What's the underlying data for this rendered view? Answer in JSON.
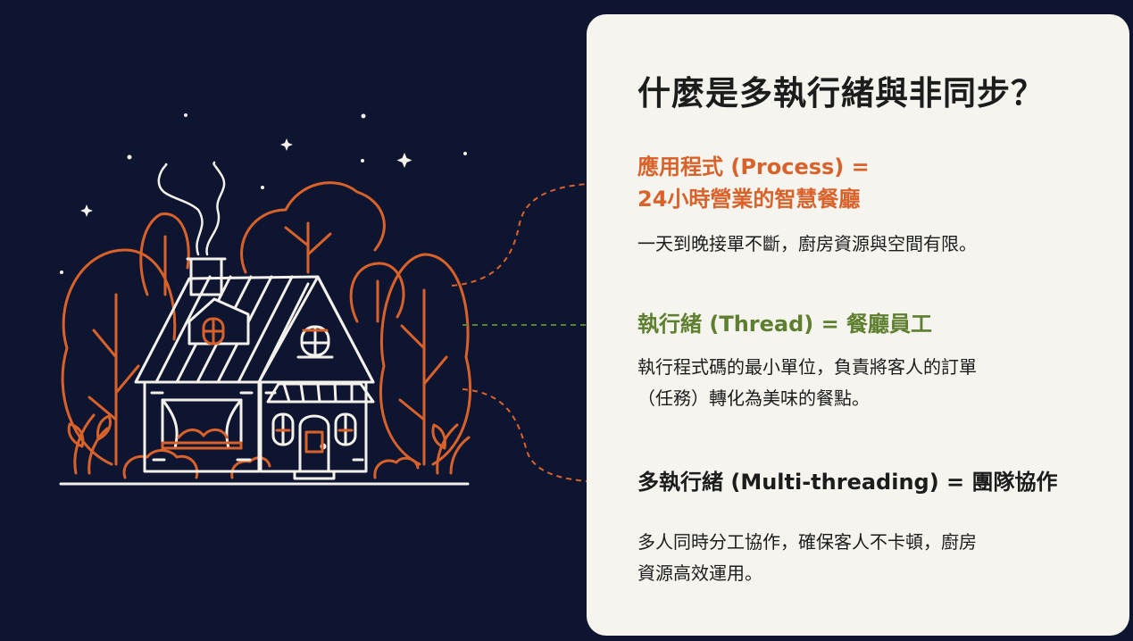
{
  "card": {
    "title": "什麼是多執行緒與非同步？",
    "sections": [
      {
        "title_lines": [
          "應用程式 (Process) =",
          "24小時營業的智慧餐廳"
        ],
        "body_lines": [
          "一天到晚接單不斷，廚房資源與空間有限。"
        ],
        "title_color": "#d9622b",
        "connector_color": "#d9622b"
      },
      {
        "title_lines": [
          "執行緒 (Thread) = 餐廳員工"
        ],
        "body_lines": [
          "執行程式碼的最小單位，負責將客人的訂單",
          "（任務）轉化為美味的餐點。"
        ],
        "title_color": "#5d7f2f",
        "connector_color": "#5d7f2f"
      },
      {
        "title_lines": [
          "多執行緒 (Multi-threading) = 團隊協作"
        ],
        "body_lines": [
          "多人同時分工協作，確保客人不卡頓，廚房",
          "資源高效運用。"
        ],
        "title_color": "#1c1c1c",
        "connector_color": "#d9622b"
      }
    ]
  },
  "colors": {
    "background": "#0d1530",
    "card": "#f6f4ee",
    "line_art": "#f3f1ea",
    "accent_orange": "#d9622b",
    "accent_green": "#5d7f2f"
  },
  "icons": [
    "house-icon",
    "tree-icon",
    "star-icon",
    "smoke-icon",
    "arrow-right-icon"
  ]
}
